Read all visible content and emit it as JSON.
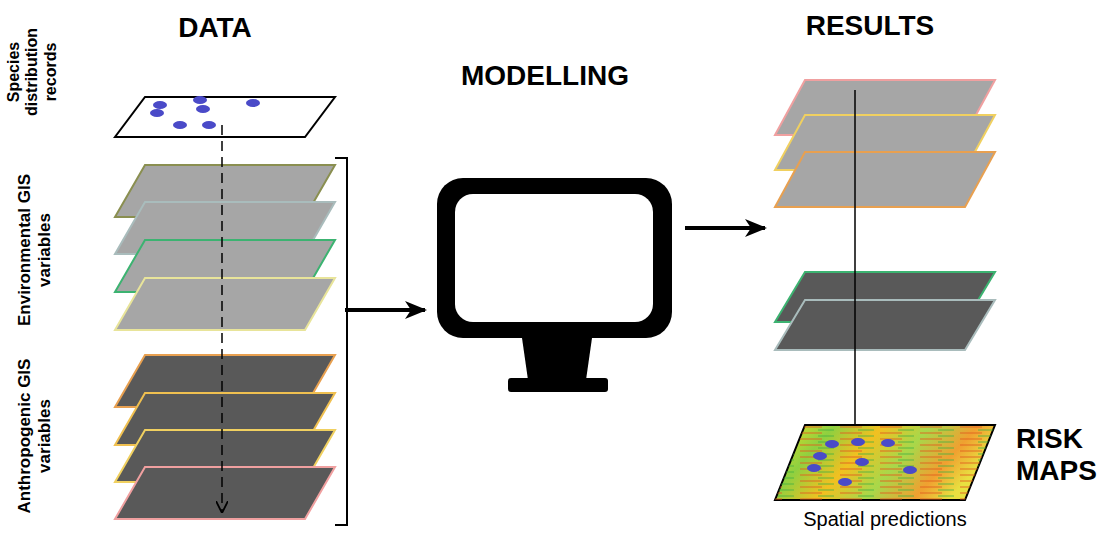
{
  "diagram": {
    "labels": [
      "DATA",
      "MODELLING",
      "RESULTS",
      "Species distribution records",
      "Environmental GIS variables",
      "Anthropogenic GIS variables",
      "RISK MAPS",
      "Spatial predictions"
    ]
  }
}
